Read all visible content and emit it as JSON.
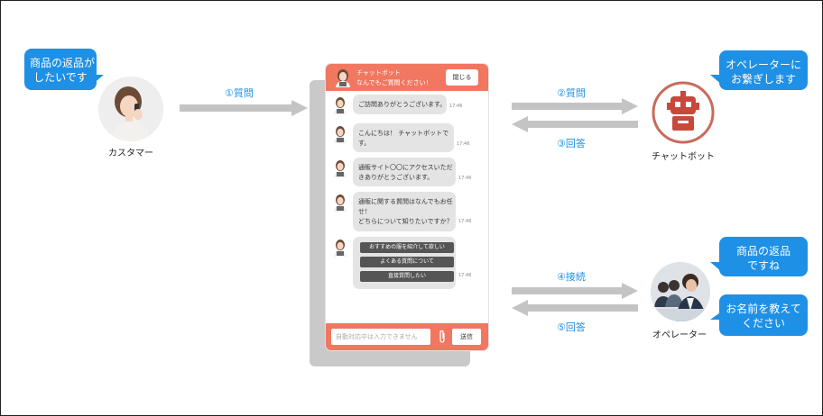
{
  "customer": {
    "bubble_lines": [
      "商品の返品が",
      "したいです"
    ],
    "label": "カスタマー"
  },
  "arrows": {
    "a1": "①質問",
    "a2": "②質問",
    "a3": "③回答",
    "a4": "④接続",
    "a5": "⑤回答"
  },
  "chatbot_node": {
    "bubble_lines": [
      "オペレーターに",
      "お繋ぎします"
    ],
    "label": "チャットボット"
  },
  "operator_node": {
    "bubble1_lines": [
      "商品の返品",
      "ですね"
    ],
    "bubble2_lines": [
      "お名前を教えて",
      "ください"
    ],
    "label": "オペレーター"
  },
  "phone": {
    "header_title": "チャットボット",
    "header_subtitle": "なんでもご質問ください！",
    "close_label": "閉じる",
    "messages": [
      {
        "lines": [
          "ご訪問ありがとうございます。"
        ],
        "time": "17:46"
      },
      {
        "lines": [
          "こんにちは！ チャットボットで",
          "す。"
        ],
        "time": "17:46"
      },
      {
        "lines": [
          "通販サイト〇〇にアクセスいただ",
          "きありがとうございます。"
        ],
        "time": "17:46"
      },
      {
        "lines": [
          "通販に関する質問はなんでもお任",
          "せ！",
          "どちらについて知りたいですか？"
        ],
        "time": "17:46"
      }
    ],
    "options": [
      "おすすめの服を紹介して欲しい",
      "よくある質問について",
      "直接質問したい"
    ],
    "options_time": "17:46",
    "input_placeholder": "自動対応中は入力できません",
    "send_label": "送信"
  },
  "colors": {
    "accent_blue": "#1e90e6",
    "phone_coral": "#f17760",
    "arrow_gray": "#c4c4c4",
    "robot_red": "#d9534f"
  }
}
